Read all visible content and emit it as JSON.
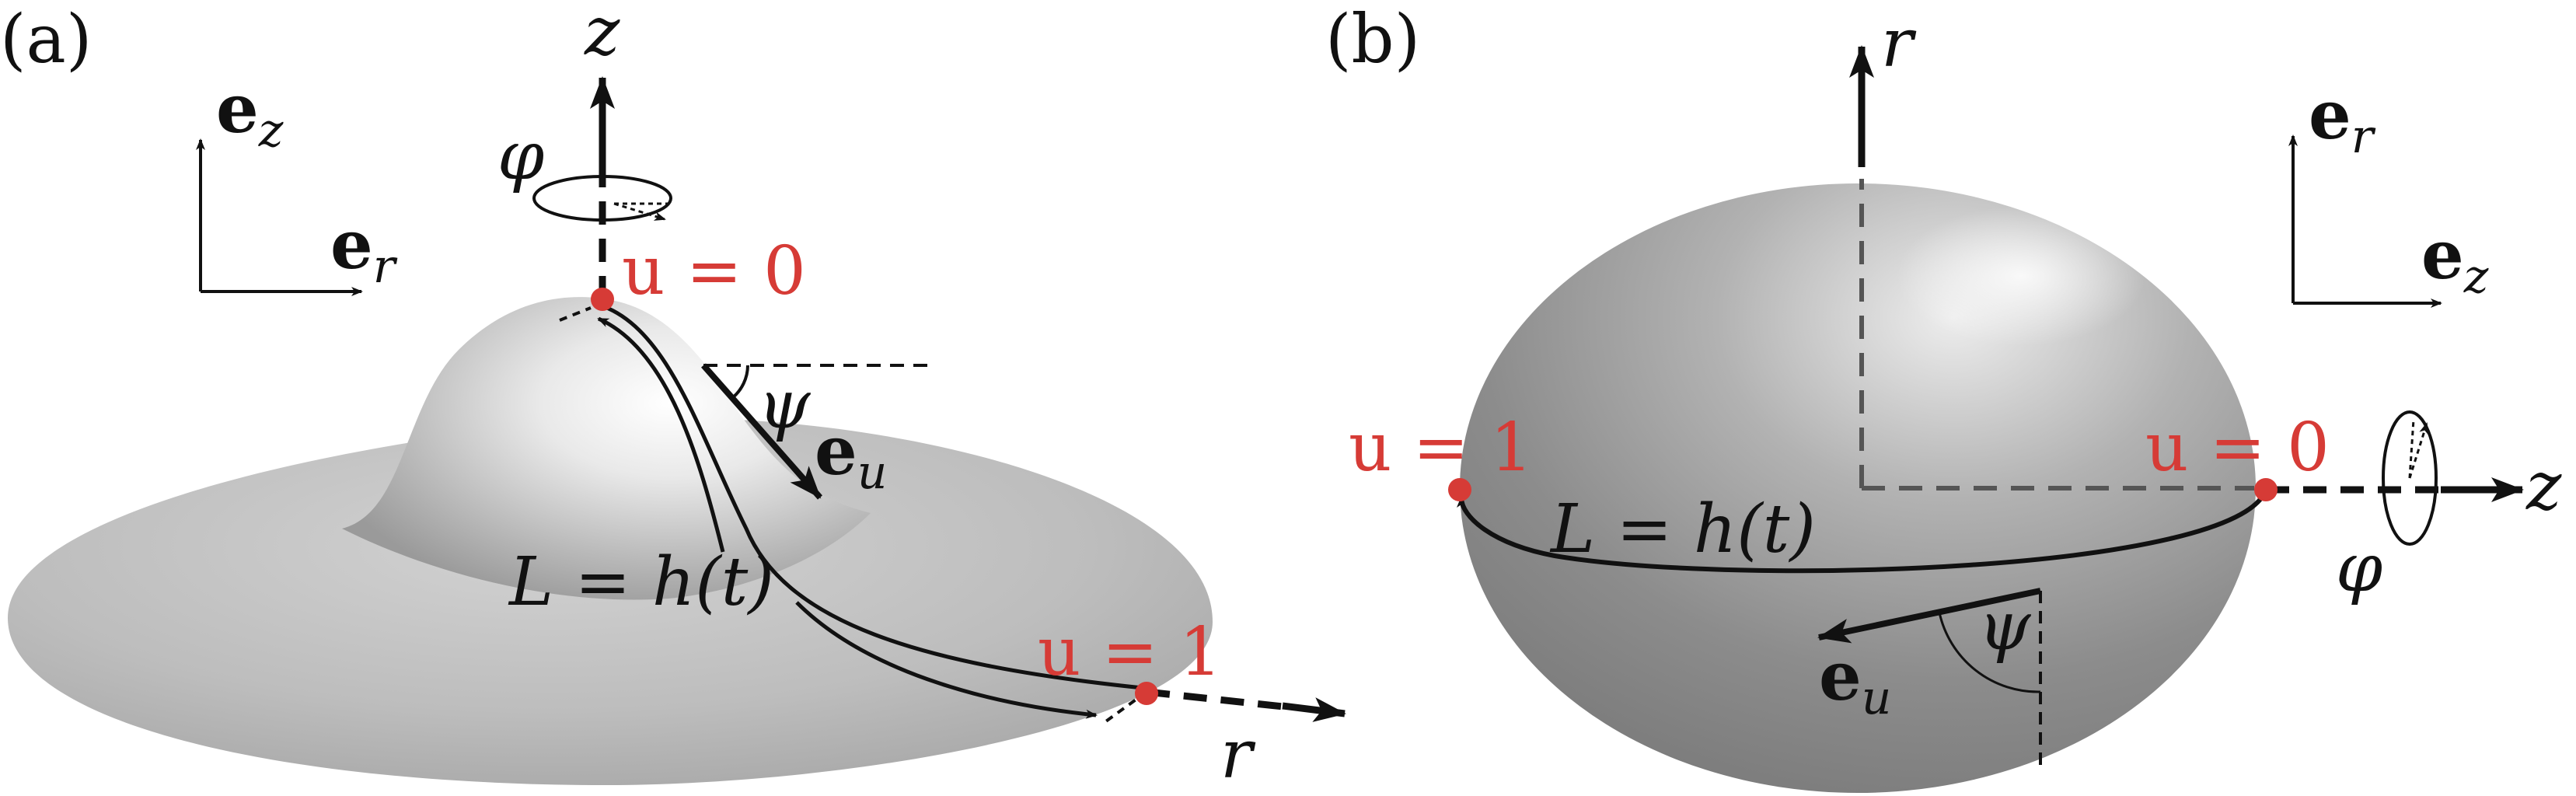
{
  "panel_a": {
    "label": "(a)",
    "axis_z": "z",
    "axis_r": "r",
    "phi": "φ",
    "psi": "ψ",
    "basis_z": "e",
    "basis_z_sub": "z",
    "basis_r": "e",
    "basis_r_sub": "r",
    "basis_u": "e",
    "basis_u_sub": "u",
    "point_top": "u = 0",
    "point_rim": "u = 1",
    "length": "L = h(t)"
  },
  "panel_b": {
    "label": "(b)",
    "axis_r": "r",
    "axis_z": "z",
    "phi": "φ",
    "psi": "ψ",
    "basis_r": "e",
    "basis_r_sub": "r",
    "basis_z": "e",
    "basis_z_sub": "z",
    "basis_u": "e",
    "basis_u_sub": "u",
    "point_left": "u = 1",
    "point_right": "u = 0",
    "length": "L = h(t)"
  },
  "colors": {
    "point": "#d63b36",
    "ink": "#111111",
    "surface_light": "#e6e6e6",
    "surface_dark": "#8a8a8a"
  }
}
